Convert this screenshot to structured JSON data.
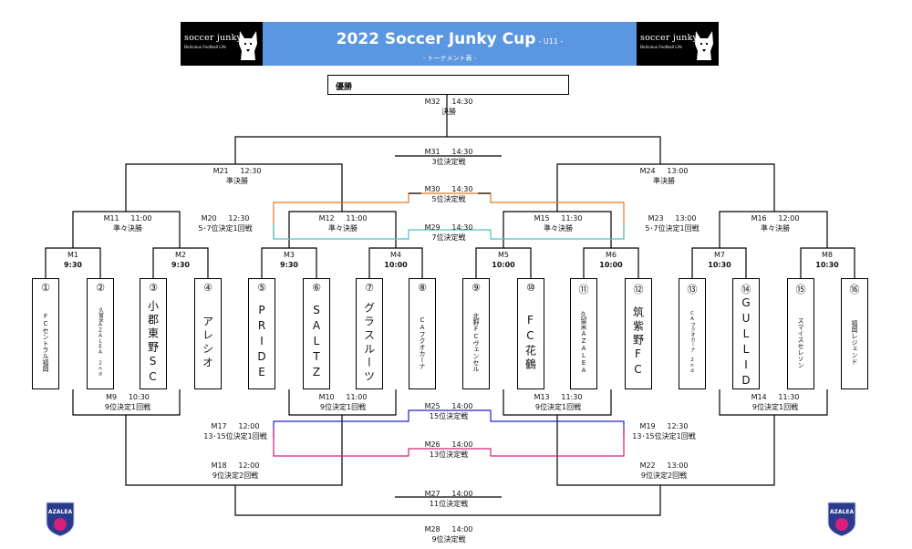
{
  "header": {
    "title": "2022 Soccer Junky Cup",
    "title_suffix": "- U11 -",
    "subtitle": "- トーナメント表 -",
    "brand_name": "soccer junky.",
    "brand_tagline": "Delicious Football Life"
  },
  "champion_label": "優勝",
  "matches": {
    "final": {
      "code": "M32",
      "time": "14:30",
      "name": "決勝"
    },
    "third": {
      "code": "M31",
      "time": "14:30",
      "name": "3位決定戦"
    },
    "fifth": {
      "code": "M30",
      "time": "14:30",
      "name": "5位決定戦"
    },
    "seventh": {
      "code": "M29",
      "time": "14:30",
      "name": "7位決定戦"
    },
    "m21": {
      "code": "M21",
      "time": "12:30",
      "name": "準決勝"
    },
    "m24": {
      "code": "M24",
      "time": "13:00",
      "name": "準決勝"
    },
    "m20": {
      "code": "M20",
      "time": "12:30",
      "name": "5･7位決定1回戦"
    },
    "m23": {
      "code": "M23",
      "time": "13:00",
      "name": "5･7位決定1回戦"
    },
    "m11": {
      "code": "M11",
      "time": "11:00",
      "name": "準々決勝"
    },
    "m12": {
      "code": "M12",
      "time": "11:00",
      "name": "準々決勝"
    },
    "m15": {
      "code": "M15",
      "time": "11:30",
      "name": "準々決勝"
    },
    "m16": {
      "code": "M16",
      "time": "12:00",
      "name": "準々決勝"
    },
    "r1": [
      {
        "code": "M1",
        "time": "9:30"
      },
      {
        "code": "M2",
        "time": "9:30"
      },
      {
        "code": "M3",
        "time": "9:30"
      },
      {
        "code": "M4",
        "time": "10:00"
      },
      {
        "code": "M5",
        "time": "10:00"
      },
      {
        "code": "M6",
        "time": "10:00"
      },
      {
        "code": "M7",
        "time": "10:30"
      },
      {
        "code": "M8",
        "time": "10:30"
      }
    ],
    "m9": {
      "code": "M9",
      "time": "10:30",
      "name": "9位決定1回戦"
    },
    "m10": {
      "code": "M10",
      "time": "11:00",
      "name": "9位決定1回戦"
    },
    "m13": {
      "code": "M13",
      "time": "11:30",
      "name": "9位決定1回戦"
    },
    "m14": {
      "code": "M14",
      "time": "11:30",
      "name": "9位決定1回戦"
    },
    "m25": {
      "code": "M25",
      "time": "14:00",
      "name": "15位決定戦"
    },
    "m26": {
      "code": "M26",
      "time": "14:00",
      "name": "13位決定戦"
    },
    "m17": {
      "code": "M17",
      "time": "12:00",
      "name": "13･15位決定1回戦"
    },
    "m19": {
      "code": "M19",
      "time": "12:30",
      "name": "13･15位決定1回戦"
    },
    "m18": {
      "code": "M18",
      "time": "12:00",
      "name": "9位決定2回戦"
    },
    "m22": {
      "code": "M22",
      "time": "13:00",
      "name": "9位決定2回戦"
    },
    "m27": {
      "code": "M27",
      "time": "14:00",
      "name": "11位決定戦"
    },
    "m28": {
      "code": "M28",
      "time": "14:00",
      "name": "9位決定戦"
    }
  },
  "teams": [
    {
      "num": "①",
      "name": "FCセントラル福岡"
    },
    {
      "num": "②",
      "name": "久留米AZALEA 2nd"
    },
    {
      "num": "③",
      "name": "小郡東野SC"
    },
    {
      "num": "④",
      "name": "アレシオ"
    },
    {
      "num": "⑤",
      "name": "PRIDE"
    },
    {
      "num": "⑥",
      "name": "SALTZ"
    },
    {
      "num": "⑦",
      "name": "グラスルーツ"
    },
    {
      "num": "⑧",
      "name": "CAフクオカーナ"
    },
    {
      "num": "⑨",
      "name": "北野FCヴェンセル"
    },
    {
      "num": "⑩",
      "name": "FC花鶴"
    },
    {
      "num": "⑪",
      "name": "久留米AZALEA"
    },
    {
      "num": "⑫",
      "name": "筑紫野FC"
    },
    {
      "num": "⑬",
      "name": "CAフクオカーナ 2nd"
    },
    {
      "num": "⑭",
      "name": "GULLID"
    },
    {
      "num": "⑮",
      "name": "スマイスセレソン"
    },
    {
      "num": "⑯",
      "name": "福岡レジェンド"
    }
  ],
  "logo_text": "AZALEA",
  "colors": {
    "header_blue": "#5b97e0",
    "orange": "#e87722",
    "teal": "#4cc3c0",
    "blue": "#2222cc",
    "magenta": "#d6207a"
  }
}
